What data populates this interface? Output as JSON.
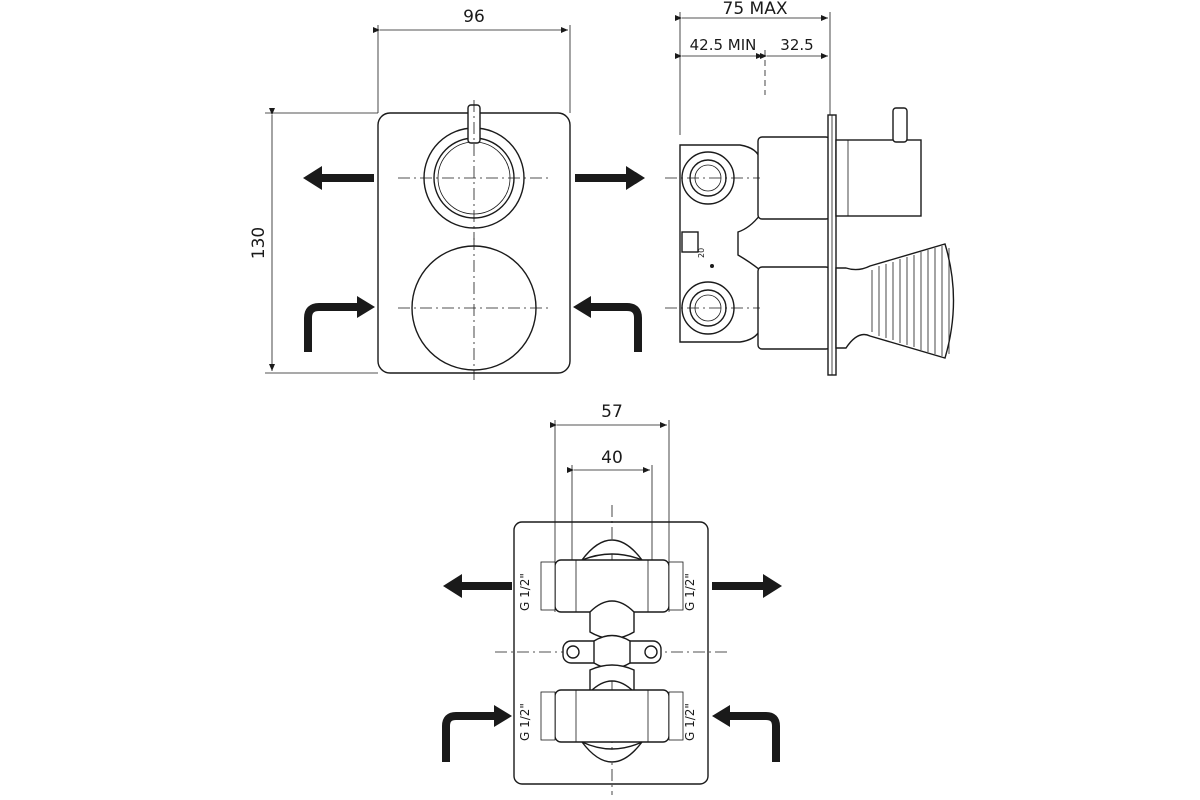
{
  "dimensions": {
    "plate_width": "96",
    "plate_height": "130",
    "total_depth": "75 MAX",
    "min_depth": "42.5 MIN",
    "protrusion": "32.5",
    "outer_spacing": "57",
    "inner_spacing": "40",
    "rotated_mark": "20"
  },
  "threads": {
    "top_left": "G 1/2\"",
    "top_right": "G 1/2\"",
    "bottom_left": "G 1/2\"",
    "bottom_right": "G 1/2\""
  }
}
